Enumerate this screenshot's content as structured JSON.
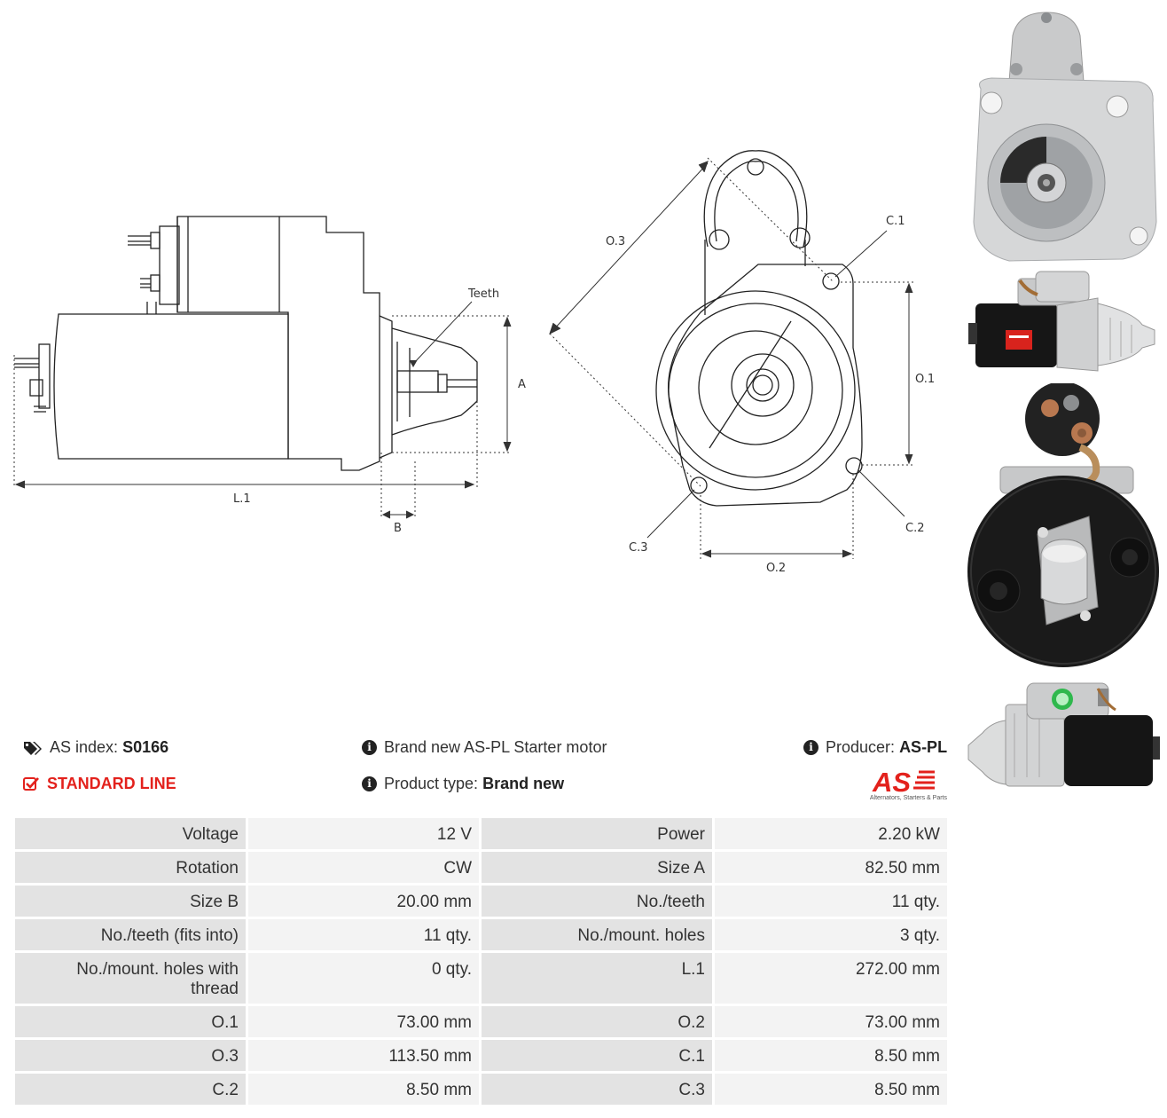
{
  "drawing": {
    "labels": {
      "teeth": "Teeth",
      "a": "A",
      "b": "B",
      "l1": "L.1",
      "o1": "O.1",
      "o2": "O.2",
      "o3": "O.3",
      "c1": "C.1",
      "c2": "C.2",
      "c3": "C.3"
    }
  },
  "info": {
    "as_index_label": "AS index:",
    "as_index_value": "S0166",
    "line": "STANDARD LINE",
    "brand_text": "Brand new AS-PL Starter motor",
    "product_type_label": "Product type:",
    "product_type_value": "Brand new",
    "producer_label": "Producer:",
    "producer_value": "AS-PL"
  },
  "logo": {
    "mark": "AS",
    "caption": "Alternators, Starters & Parts",
    "color": "#e3211c"
  },
  "specs": [
    [
      "Voltage",
      "12 V",
      "Power",
      "2.20 kW"
    ],
    [
      "Rotation",
      "CW",
      "Size A",
      "82.50 mm"
    ],
    [
      "Size B",
      "20.00 mm",
      "No./teeth",
      "11 qty."
    ],
    [
      "No./teeth (fits into)",
      "11 qty.",
      "No./mount. holes",
      "3 qty."
    ],
    [
      "No./mount. holes with thread",
      "0 qty.",
      "L.1",
      "272.00 mm"
    ],
    [
      "O.1",
      "73.00 mm",
      "O.2",
      "73.00 mm"
    ],
    [
      "O.3",
      "113.50 mm",
      "C.1",
      "8.50 mm"
    ],
    [
      "C.2",
      "8.50 mm",
      "C.3",
      "8.50 mm"
    ]
  ]
}
